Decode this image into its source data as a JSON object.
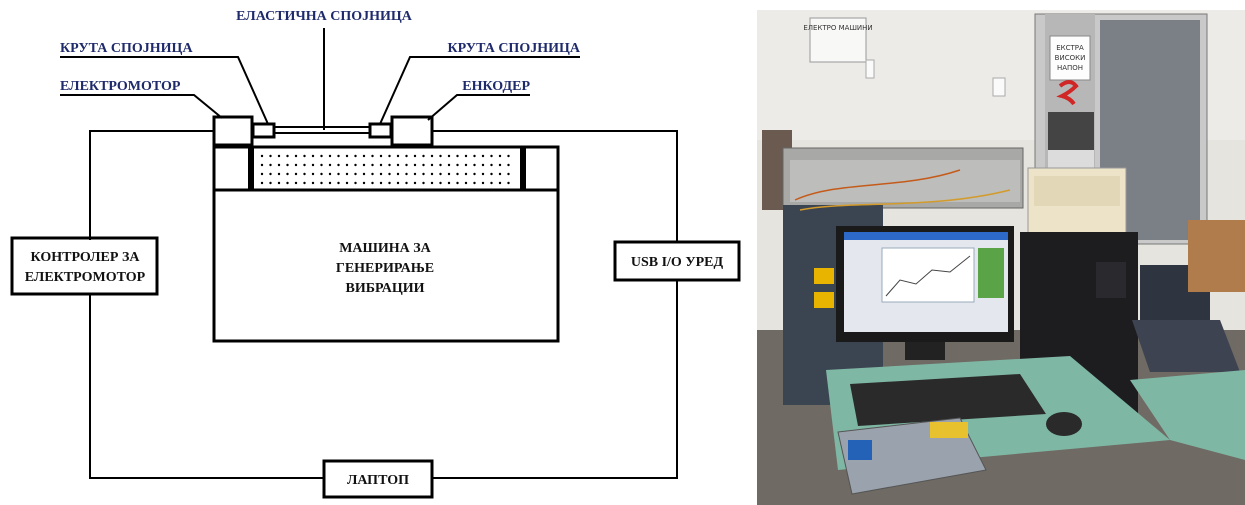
{
  "diagram": {
    "labels": {
      "elastic_coupling": "ЕЛАСТИЧНА СПОЈНИЦА",
      "rigid_coupling_left": "КРУТА СПОЈНИЦА",
      "rigid_coupling_right": "КРУТА СПОЈНИЦА",
      "electromotor": "ЕЛЕКТРОМОТОР",
      "encoder": "ЕНКОДЕР",
      "controller_line1": "КОНТРОЛЕР ЗА",
      "controller_line2": "ЕЛЕКТРОМОТОР",
      "machine_line1": "МАШИНА ЗА",
      "machine_line2": "ГЕНЕРИРАЊЕ",
      "machine_line3": "ВИБРАЦИИ",
      "usb_device": "USB I/O УРЕД",
      "laptop": "ЛАПТОП"
    },
    "colors": {
      "label_blue": "#1f2a6b",
      "line": "#000000"
    }
  },
  "photo": {
    "sign_line1": "ЕКСТРА",
    "sign_line2": "ВИСОКИ",
    "sign_line3": "НАПОН",
    "door_sign": "ЕЛЕКТРО МАШИНИ"
  }
}
